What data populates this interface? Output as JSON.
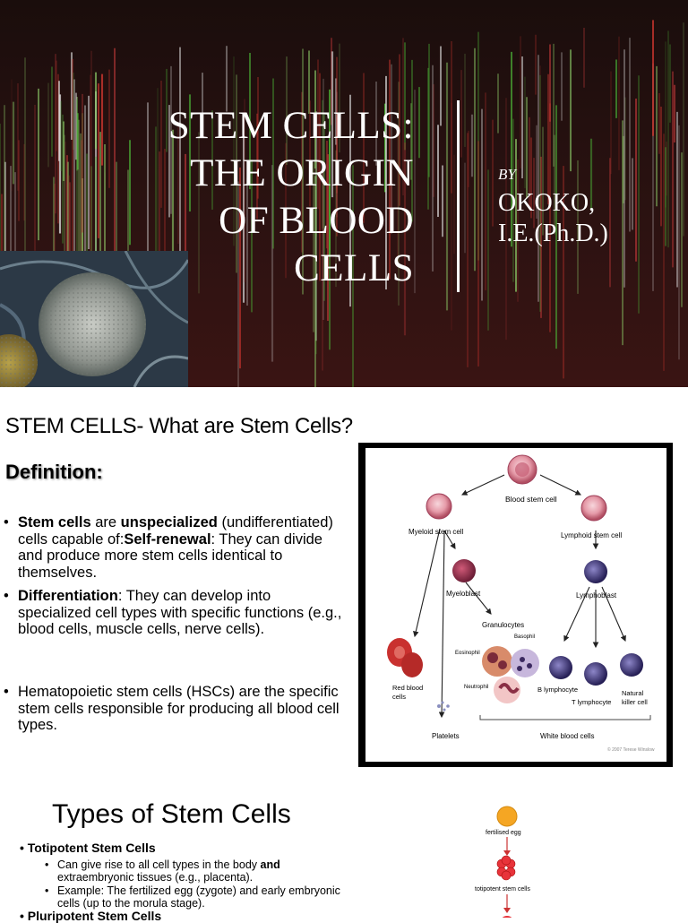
{
  "slide1": {
    "title_lines": [
      "STEM CELLS:",
      "THE ORIGIN",
      "OF BLOOD",
      "CELLS"
    ],
    "by_label": "BY",
    "author_lines": [
      "OKOKO,",
      "I.E.(Ph.D.)"
    ]
  },
  "slide2": {
    "title": "STEM CELLS- What are Stem Cells?",
    "definition_label": "Definition:",
    "bullet1": {
      "strong1": "Stem cells",
      "t1": " are ",
      "strong2": "unspecialized",
      "t2": " (undifferentiated) cells capable of:",
      "strong3": "Self-renewal",
      "t3": ": They can divide and produce more stem cells identical to themselves."
    },
    "bullet2": {
      "strong1": "Differentiation",
      "t1": ": They can develop into specialized cell types with specific functions (e.g., blood cells, muscle cells, nerve cells)."
    },
    "bullet3": " Hematopoietic stem cells (HSCs) are the specific stem cells responsible for producing all blood cell types.",
    "diagram": {
      "blood_stem_cell": "Blood stem cell",
      "myeloid": "Myeloid stem cell",
      "lymphoid": "Lymphoid stem cell",
      "myeloblast": "Myeloblast",
      "lymphoblast": "Lymphoblast",
      "granulocytes": "Granulocytes",
      "eosinophil": "Eosinophil",
      "basophil": "Basophil",
      "neutrophil": "Neutrophil",
      "red_blood_cells": [
        "Red blood",
        "cells"
      ],
      "platelets": "Platelets",
      "b_lymphocyte": "B lymphocyte",
      "t_lymphocyte": "T lymphocyte",
      "natural_killer": [
        "Natural",
        "killer cell"
      ],
      "white_blood_cells": "White blood cells",
      "copyright": "© 2007 Terese Winslow"
    }
  },
  "slide3": {
    "title": "Types of Stem Cells",
    "type1_label": "Totipotent Stem Cells",
    "sub1": {
      "t1": "Can give rise to all cell types in the body ",
      "strong": "and",
      "t2": " extraembryonic tissues (e.g., placenta)."
    },
    "sub2": "Example: The fertilized egg (zygote) and early embryonic cells (up to the morula stage).",
    "type2_label": "Pluripotent Stem Cells",
    "lineage": {
      "fertilised_egg": "fertilised egg",
      "totipotent": "totipotent stem cells"
    }
  },
  "colors": {
    "slide1_bg": "#2b1211",
    "green_streak": "#4fbf3a",
    "red_streak": "#c8352e",
    "rbc": "#c9312f",
    "lymph": "#2f2a6a",
    "egg": "#f5a623"
  }
}
